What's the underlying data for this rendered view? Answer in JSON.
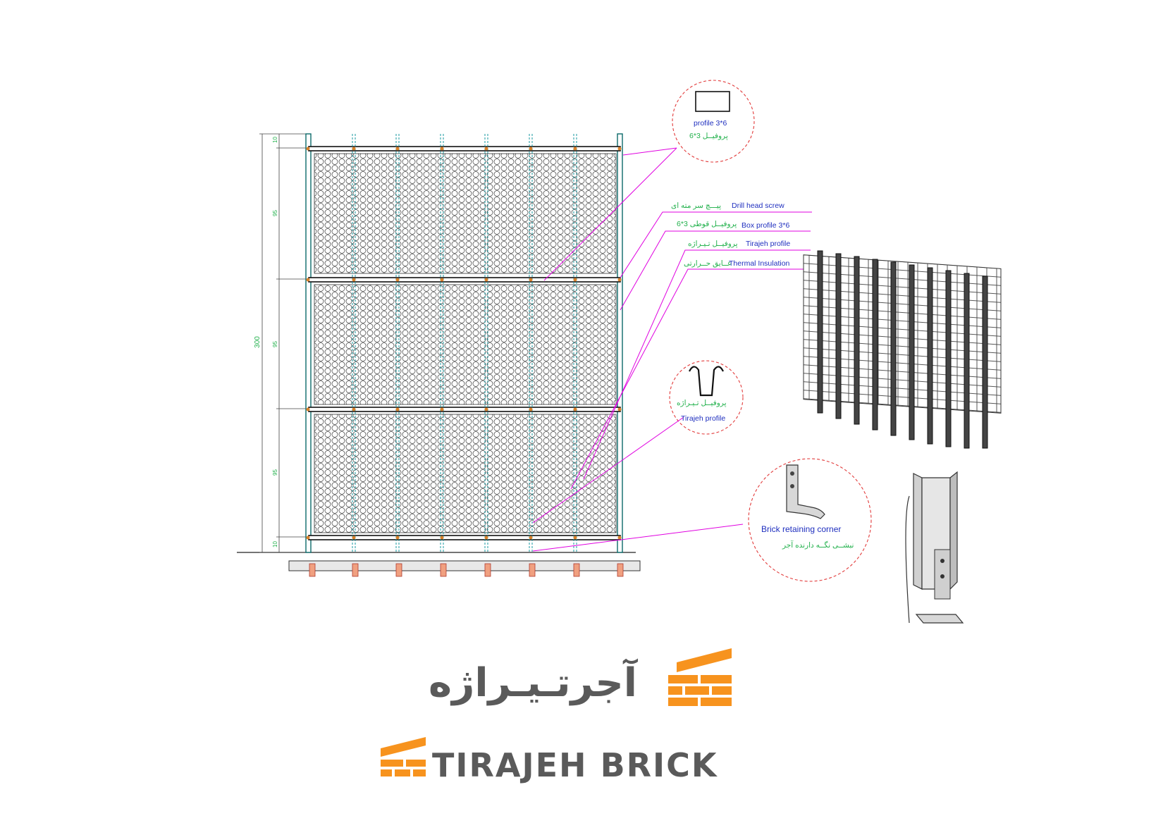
{
  "labels": {
    "profile_en": "profile 3*6",
    "profile_fa": "پروفیــل 3*6",
    "drill_en": "Drill head screw",
    "drill_fa": "پیـــچ سر مته ای",
    "box_en": "Box profile 3*6",
    "box_fa": "پروفیــل قوطی 3*6",
    "tirajeh_en": "Tirajeh profile",
    "tirajeh_fa": "پروفیــل تـیـراژه",
    "thermal_en": "Thermal Insulation",
    "thermal_fa": "عــایق حــرارتی",
    "detail_tirajeh_en": "Tirajeh profile",
    "detail_tirajeh_fa": "پروفیــل تـیـراژه",
    "brick_corner_en": "Brick retaining corner",
    "brick_corner_fa": "نبشــی نگــه دارنده آجر"
  },
  "dimensions": {
    "total": "300",
    "top": "10",
    "row1": "95",
    "row2": "95",
    "row3": "95",
    "bottom": "10"
  },
  "brand": {
    "name_fa": "آجرتـیـراژه",
    "name_en": "TIRAJEH BRICK"
  },
  "colors": {
    "leader": "#e000e0",
    "callout": "#e23b3b",
    "english_text": "#1f2fbf",
    "persian_text": "#22b14c",
    "brand_orange": "#f7931e",
    "brand_gray": "#5a5a5a",
    "mullion": "#1a9aa0"
  }
}
